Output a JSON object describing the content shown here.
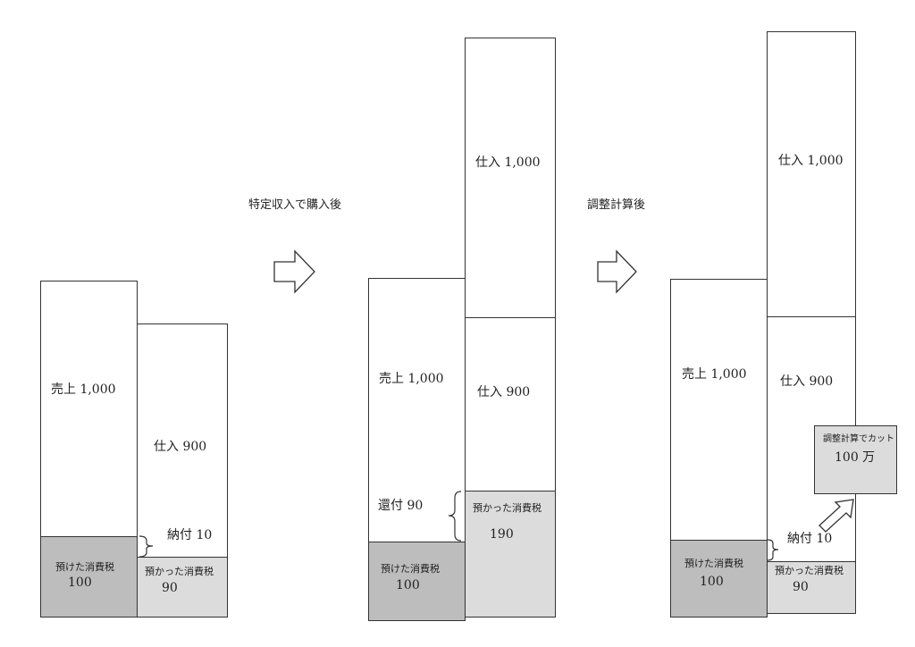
{
  "panel1": {
    "sales": "売上 1,000",
    "purchase": "仕入 900",
    "payment": "納付 10",
    "tax_paid_label": "預けた消費税",
    "tax_paid_value": "100",
    "tax_received_label": "預かった消費税",
    "tax_received_value": "90"
  },
  "arrow1_label": "特定収入で購入後",
  "panel2": {
    "sales": "売上 1,000",
    "purchase_top": "仕入 1,000",
    "purchase": "仕入 900",
    "refund": "還付 90",
    "tax_paid_label": "預けた消費税",
    "tax_paid_value": "100",
    "tax_received_label": "預かった消費税",
    "tax_received_value": "190"
  },
  "arrow2_label": "調整計算後",
  "panel3": {
    "sales": "売上 1,000",
    "purchase_top": "仕入 1,000",
    "purchase": "仕入 900",
    "payment": "納付 10",
    "tax_paid_label": "預けた消費税",
    "tax_paid_value": "100",
    "tax_received_label": "預かった消費税",
    "tax_received_value": "90",
    "cut_label": "調整計算でカット",
    "cut_value": "100 万"
  }
}
